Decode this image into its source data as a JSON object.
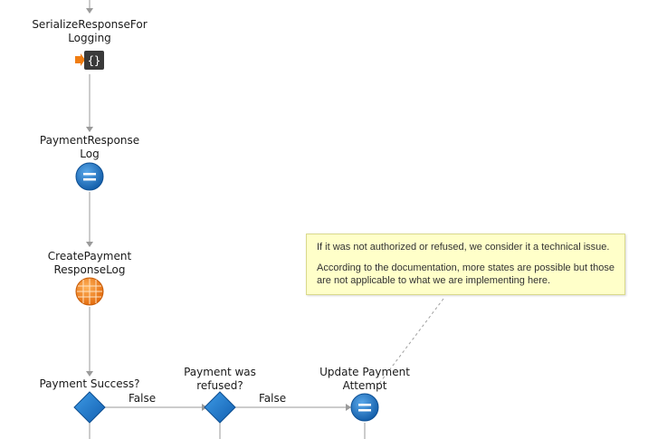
{
  "nodes": {
    "serialize": {
      "label": "SerializeResponseFor\nLogging",
      "icon": "json-serialize-icon"
    },
    "payment_response_log": {
      "label": "PaymentResponse\nLog",
      "icon": "assign-icon"
    },
    "create_payment_response_log": {
      "label": "CreatePayment\nResponseLog",
      "icon": "entity-action-icon"
    },
    "payment_success": {
      "label": "Payment Success?",
      "icon": "if-decision-icon"
    },
    "payment_refused": {
      "label": "Payment was\nrefused?",
      "icon": "if-decision-icon"
    },
    "update_payment_attempt": {
      "label": "Update Payment\nAttempt",
      "icon": "assign-icon"
    }
  },
  "edges": {
    "success_false": "False",
    "refused_false": "False"
  },
  "comment": {
    "line1": "If it was not authorized or refused, we consider it a technical issue.",
    "line2": "According to the documentation, more states are possible but those are not applicable to what we are implementing here."
  },
  "colors": {
    "connector": "#9a9a9a",
    "assign_blue": "#1f74c4",
    "decision_blue": "#1c7dd6",
    "entity_orange": "#f07d12",
    "note_bg": "#ffffc9"
  }
}
